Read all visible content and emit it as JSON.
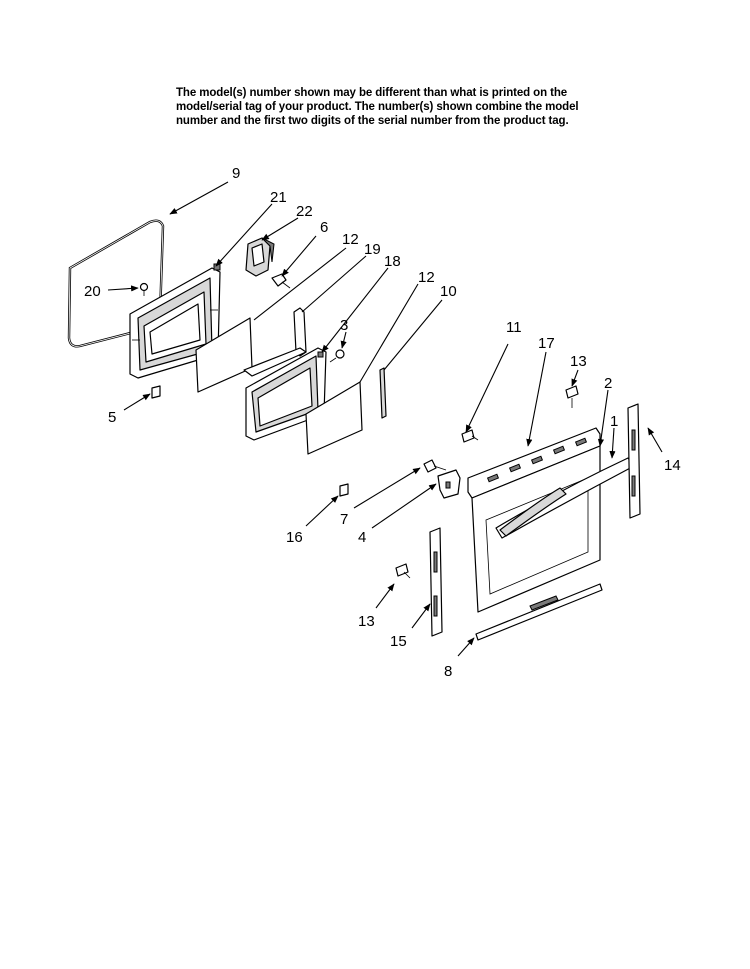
{
  "notice": {
    "lines": [
      "The model(s) number shown may be different than what is printed on the",
      "model/serial tag of your product. The number(s) shown combine the model",
      "number and the first two digits of the serial number from the product tag."
    ]
  },
  "callouts": {
    "c9": "9",
    "c21": "21",
    "c22": "22",
    "c6": "6",
    "c12a": "12",
    "c19": "19",
    "c18": "18",
    "c12b": "12",
    "c10": "10",
    "c20": "20",
    "c3": "3",
    "c5": "5",
    "c11": "11",
    "c17": "17",
    "c13a": "13",
    "c2": "2",
    "c1": "1",
    "c14": "14",
    "c16": "16",
    "c7": "7",
    "c4": "4",
    "c13b": "13",
    "c15": "15",
    "c8": "8"
  }
}
